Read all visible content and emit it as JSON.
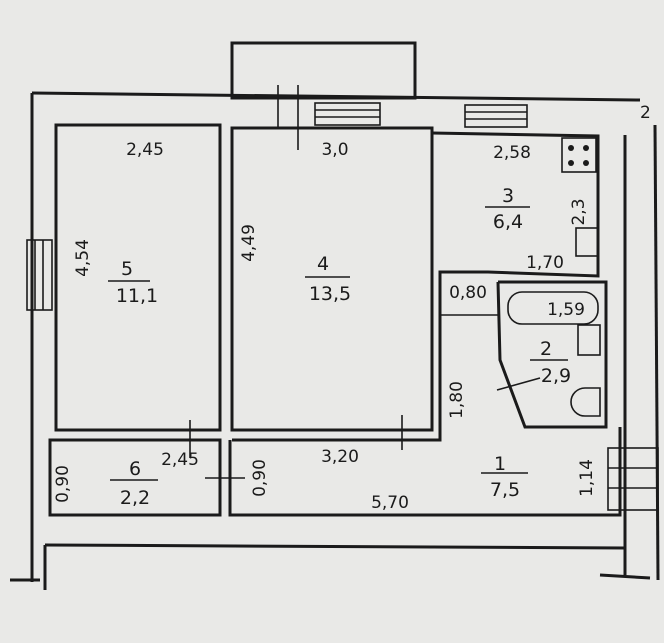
{
  "plan": {
    "rooms": [
      {
        "number": "5",
        "area": "11,1"
      },
      {
        "number": "4",
        "area": "13,5"
      },
      {
        "number": "3",
        "area": "6,4"
      },
      {
        "number": "2",
        "area": "2,9"
      },
      {
        "number": "1",
        "area": "7,5"
      },
      {
        "number": "6",
        "area": "2,2"
      }
    ],
    "dimensions": {
      "room5_width": "2,45",
      "room4_width": "3,0",
      "room3_width": "2,58",
      "room5_length": "4,54",
      "room4_length": "4,49",
      "room3_length": "2,3",
      "bath_width": "1,70",
      "wc_width": "0,80",
      "bathtub": "1,59",
      "corridor_length": "1,80",
      "room6_depth": "0,90",
      "room6_width": "2,45",
      "door_width": "0,90",
      "corridor_width": "3,20",
      "hall_total": "5,70",
      "entry_width": "1,14"
    },
    "markers": {
      "axis_top_right": "2"
    }
  }
}
